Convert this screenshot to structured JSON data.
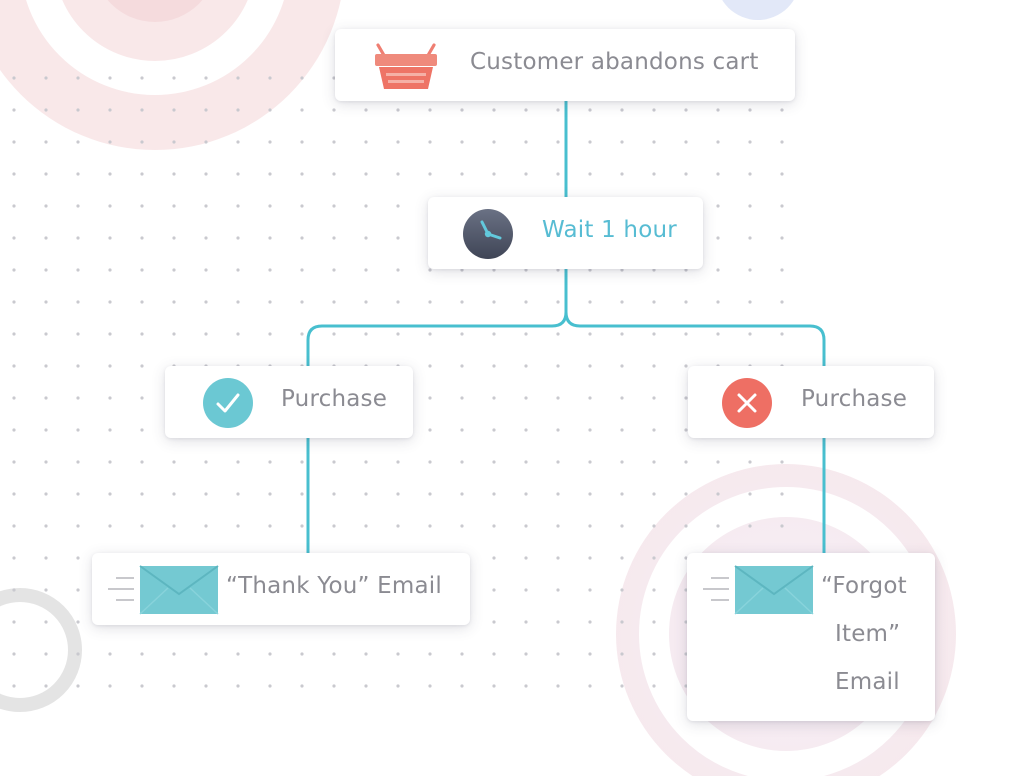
{
  "colors": {
    "connector": "#48bfcf",
    "accent_teal": "#6bc8d3",
    "accent_red": "#ee6f64",
    "clock_dark": "#4e5566",
    "text_gray": "#8b8b92",
    "wait_text": "#57bcd3"
  },
  "nodes": {
    "start": {
      "icon": "shopping-basket-icon",
      "label": "Customer abandons cart"
    },
    "wait": {
      "icon": "clock-icon",
      "label": "Wait 1 hour"
    },
    "purchase_yes": {
      "icon": "check-circle-icon",
      "label": "Purchase"
    },
    "purchase_no": {
      "icon": "x-circle-icon",
      "label": "Purchase"
    },
    "thank_you": {
      "icon": "email-icon",
      "label": "“Thank You” Email"
    },
    "forgot": {
      "icon": "email-icon",
      "lines": [
        "“Forgot",
        "Item”",
        "Email"
      ]
    }
  }
}
